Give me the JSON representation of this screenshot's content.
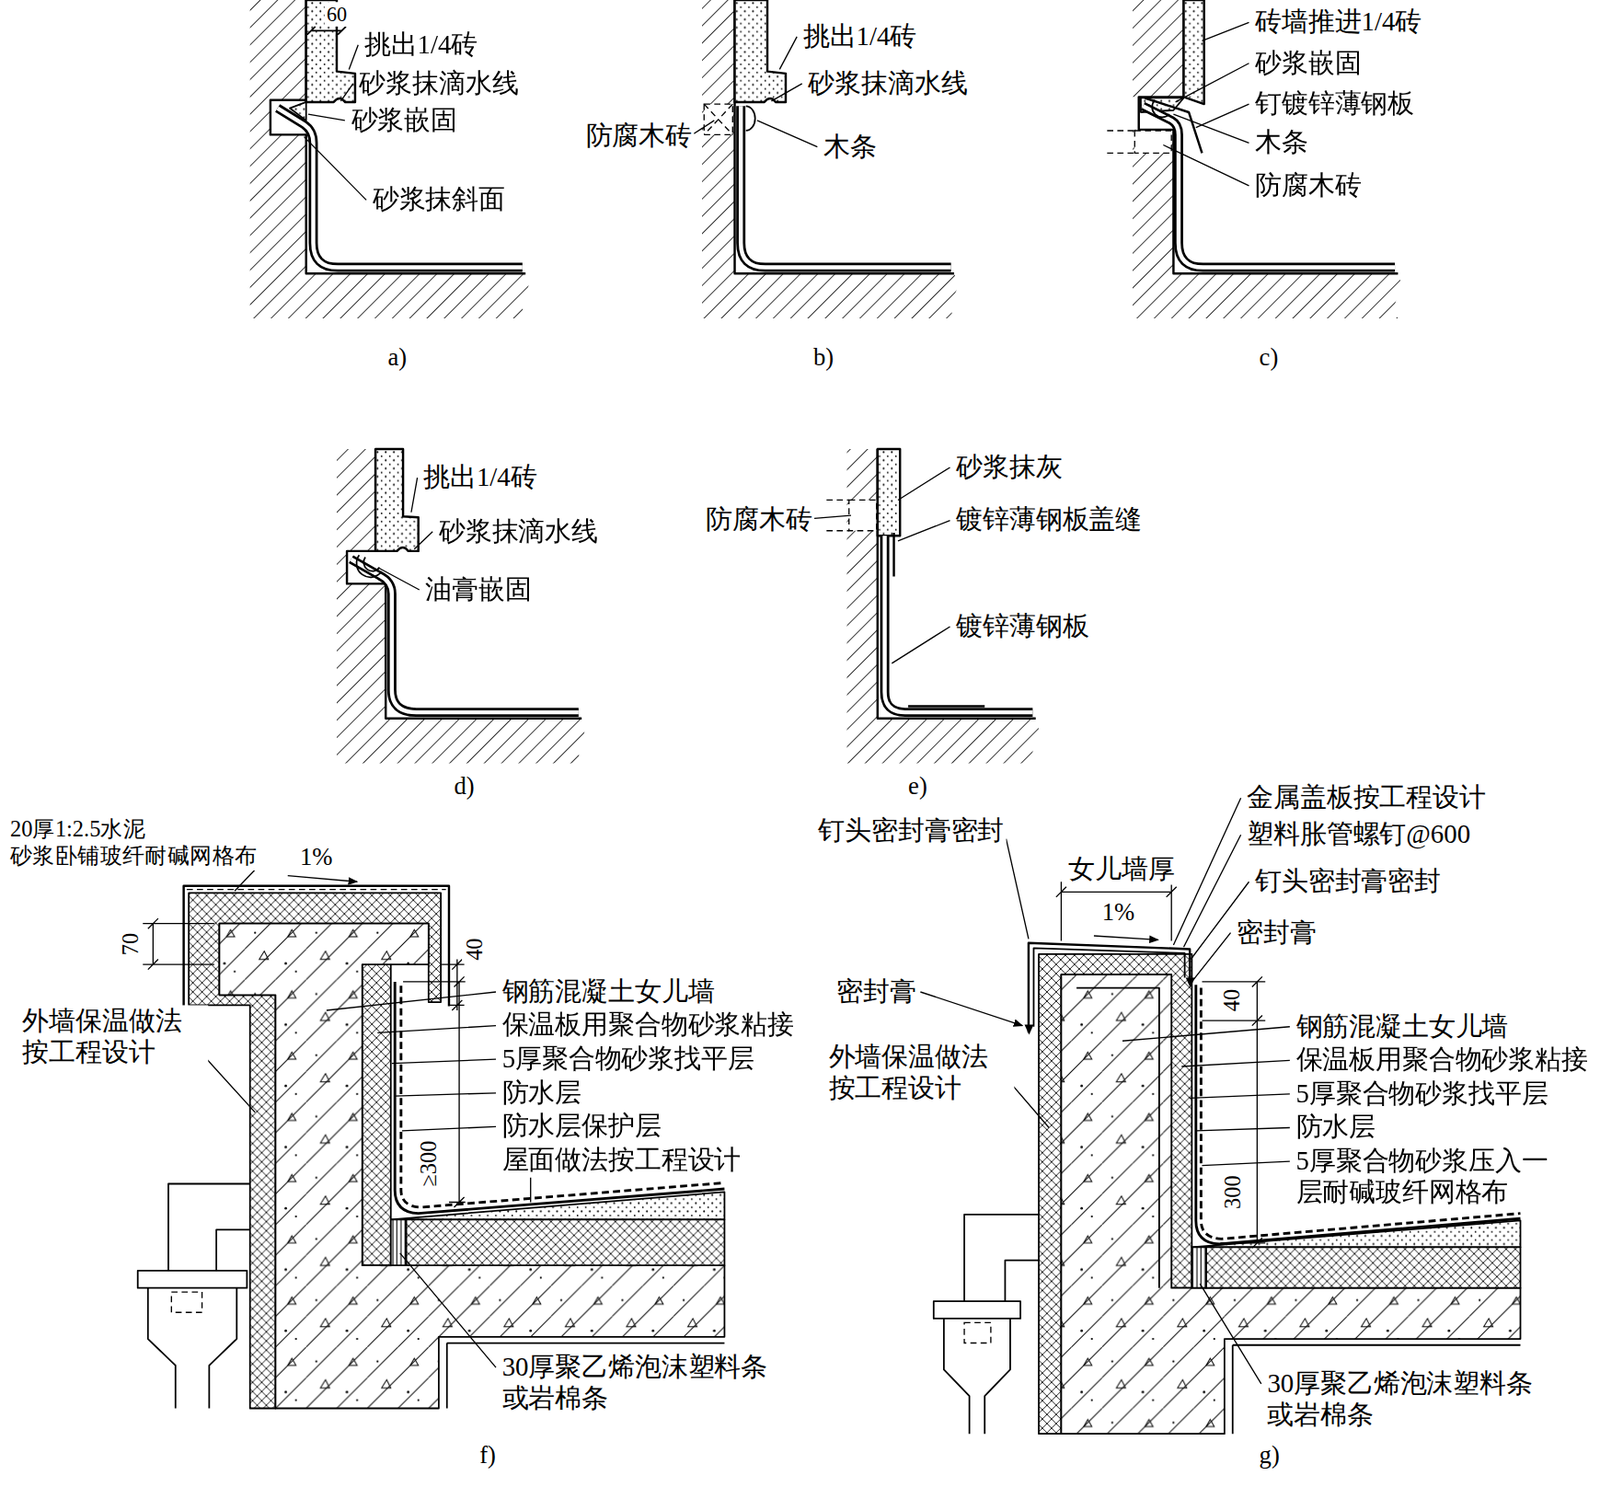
{
  "diagram": {
    "labels": [
      "60",
      "挑出1/4砖",
      "砂浆抹滴水线",
      "砂浆嵌固",
      "砂浆抹斜面",
      "a)",
      "挑出1/4砖",
      "砂浆抹滴水线",
      "防腐木砖",
      "木条",
      "b)",
      "砖墙推进1/4砖",
      "砂浆嵌固",
      "钉镀锌薄钢板",
      "木条",
      "防腐木砖",
      "c)",
      "挑出1/4砖",
      "砂浆抹滴水线",
      "油膏嵌固",
      "d)",
      "砂浆抹灰",
      "防腐木砖",
      "镀锌薄钢板盖缝",
      "镀锌薄钢板",
      "e)",
      "20厚1:2.5水泥 砂浆卧铺玻纤耐碱网格布",
      "1%",
      "70",
      "40",
      "外墙保温做法 按工程设计",
      "钢筋混凝土女儿墙",
      "保温板用聚合物砂浆粘接",
      "5厚聚合物砂浆找平层",
      "防水层",
      "防水层保护层",
      "屋面做法按工程设计",
      "≥300",
      "30厚聚乙烯泡沫塑料条 或岩棉条",
      "f)",
      "钉头密封膏密封",
      "金属盖板按工程设计",
      "塑料胀管螺钉@600",
      "女儿墙厚",
      "1%",
      "钉头密封膏密封",
      "密封膏",
      "密封膏",
      "40",
      "钢筋混凝土女儿墙",
      "保温板用聚合物砂浆粘接",
      "5厚聚合物砂浆找平层",
      "防水层",
      "5厚聚合物砂浆压入一 层耐碱玻纤网格布",
      "外墙保温做法 按工程设计",
      "300",
      "30厚聚乙烯泡沫塑料条 或岩棉条",
      "g)"
    ]
  }
}
